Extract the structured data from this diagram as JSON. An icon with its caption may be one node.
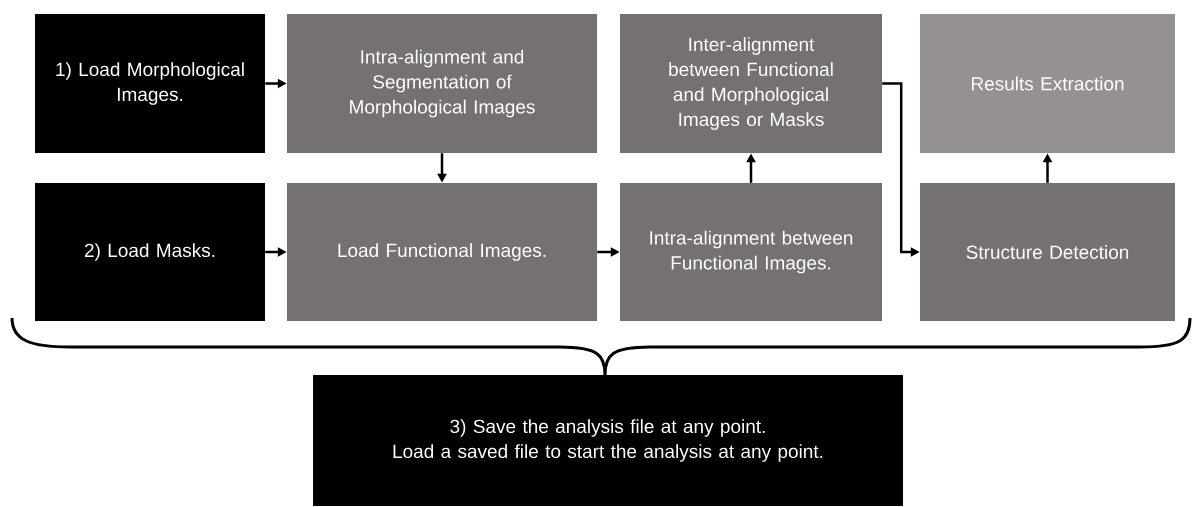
{
  "diagram": {
    "nodes": [
      {
        "text": [
          "1) Load Morphological Images."
        ]
      },
      {
        "text": [
          "Intra-alignment and Segmentation of Morphological Images"
        ]
      },
      {
        "text": [
          "Inter-alignment between Functional and Morphological Images or Masks"
        ]
      },
      {
        "text": [
          "Results Extraction"
        ]
      },
      {
        "text": [
          "2) Load Masks."
        ]
      },
      {
        "text": [
          "Load Functional Images."
        ]
      },
      {
        "text": [
          "Intra-alignment between Functional Images."
        ]
      },
      {
        "text": [
          "Structure Detection"
        ]
      },
      {
        "text": [
          "3) Save the analysis file at any point.",
          "Load a saved file to start the analysis at any point."
        ]
      }
    ],
    "edges": [
      {
        "from": 0,
        "to": 1,
        "arrow": "to"
      },
      {
        "from": 1,
        "to": 5,
        "arrow": "to"
      },
      {
        "from": 4,
        "to": 5,
        "arrow": "to"
      },
      {
        "from": 5,
        "to": 6,
        "arrow": "to"
      },
      {
        "from": 6,
        "to": 2,
        "arrow": "to"
      },
      {
        "from": 2,
        "to": 7,
        "arrow": "to"
      },
      {
        "from": 7,
        "to": 3,
        "arrow": "to"
      }
    ]
  }
}
